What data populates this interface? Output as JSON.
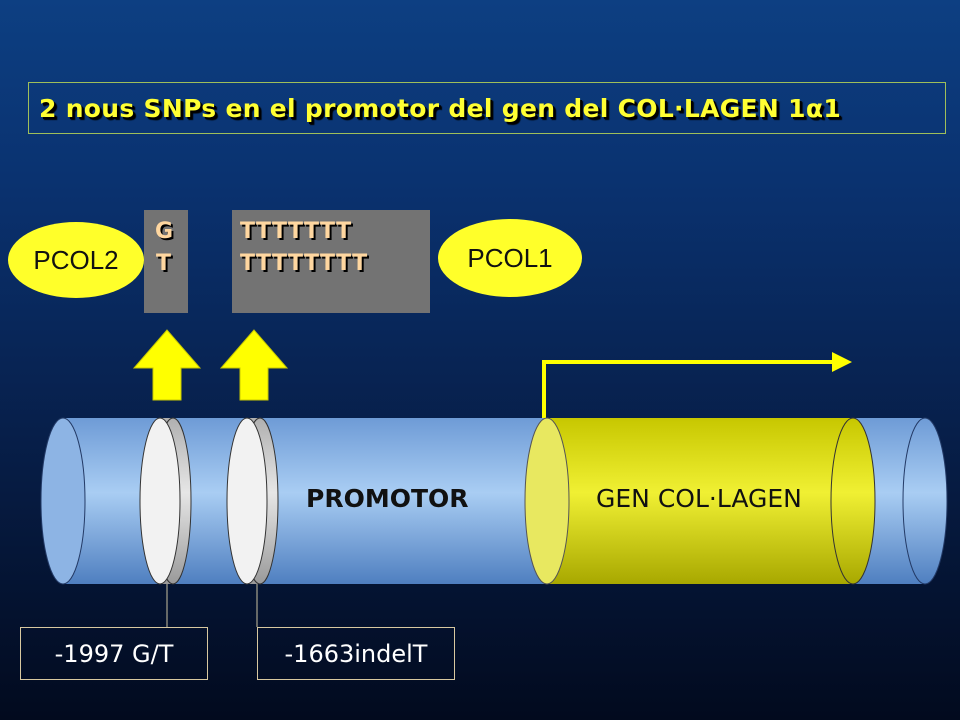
{
  "title": "2 nous SNPs en el promotor del gen del COL·LAGEN 1α1",
  "labels": {
    "pcol2": "PCOL2",
    "pcol1": "PCOL1",
    "snp1_allele_a": "G",
    "snp1_allele_b": "T",
    "snp2_seq_a": "TTTTTTT",
    "snp2_seq_b": "TTTTTTTT",
    "promotor": "PROMOTOR",
    "gene": "GEN COL·LAGEN",
    "snp1_position": "-1997 G/T",
    "snp2_position": "-1663indelT"
  },
  "colors": {
    "oval_yellow": "#ffff2a",
    "title_yellow": "#ffff33",
    "promoter_blue": "#8fb8e8",
    "gene_yellow": "#dede10",
    "arrow_yellow": "#ffff00"
  }
}
